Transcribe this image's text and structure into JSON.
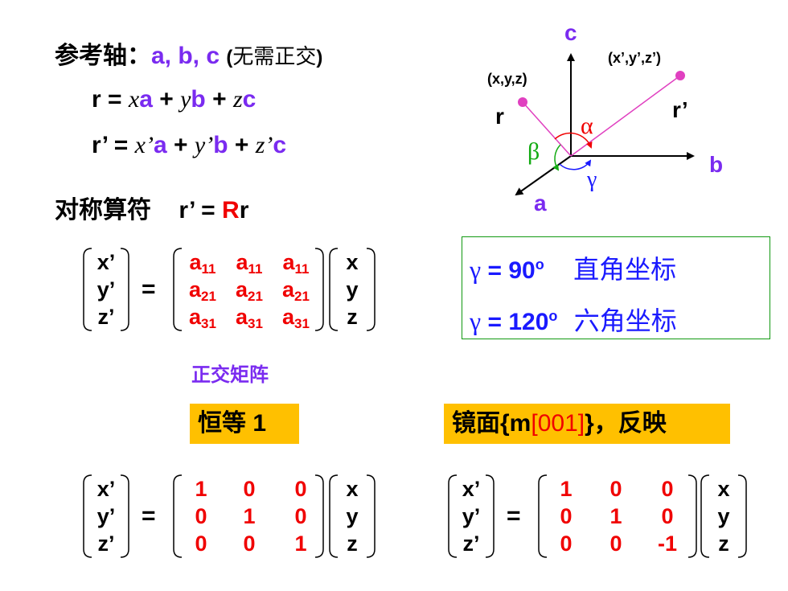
{
  "header": {
    "axes_label": "参考轴：",
    "axes_vars": "a, b, c",
    "axes_note_open": "(",
    "axes_note": "无需正交",
    "axes_note_close": ")"
  },
  "eq1": {
    "lhs": "r = ",
    "x": "x",
    "a": "a",
    "plus1": " + ",
    "y": "y",
    "b": "b",
    "plus2": " + ",
    "z": "z",
    "c": "c"
  },
  "eq2": {
    "lhs": "r’ = ",
    "x": "x’",
    "a": "a",
    "plus1": " + ",
    "y": "y’",
    "b": "b",
    "plus2": " + ",
    "z": "z’",
    "c": "c"
  },
  "symmetry": {
    "label": "对称算符",
    "lhs": "r’ = ",
    "R": "R",
    "r": "r"
  },
  "general_matrix": {
    "lhs": [
      "x’",
      "y’",
      "z’"
    ],
    "rows": [
      [
        "a",
        "11",
        "a",
        "11",
        "a",
        "11"
      ],
      [
        "a",
        "21",
        "a",
        "21",
        "a",
        "21"
      ],
      [
        "a",
        "31",
        "a",
        "31",
        "a",
        "31"
      ]
    ],
    "rhs": [
      "x",
      "y",
      "z"
    ],
    "caption": "正交矩阵"
  },
  "diagram": {
    "axis_c": "c",
    "axis_b": "b",
    "axis_a": "a",
    "point_left_label": "(x,y,z)",
    "point_right_label": "(x’,y’,z’)",
    "vec_r": "r",
    "vec_r_prime": "r’",
    "alpha": "α",
    "beta": "β",
    "gamma": "γ",
    "colors": {
      "pink": "#e040c0",
      "blue": "#1a1aff",
      "green": "#11aa11",
      "red": "#f00000"
    }
  },
  "coords": {
    "line1": {
      "symbol": "γ",
      "value": "= 90",
      "sup": "o",
      "name": "直角坐标"
    },
    "line2": {
      "symbol": "γ",
      "value": "= 120",
      "sup": "o",
      "name": "六角坐标"
    }
  },
  "identity": {
    "title_cn": "恒等",
    "title_num": "1",
    "lhs": [
      "x’",
      "y’",
      "z’"
    ],
    "rows": [
      [
        "1",
        "0",
        "0"
      ],
      [
        "0",
        "1",
        "0"
      ],
      [
        "0",
        "0",
        "1"
      ]
    ],
    "rhs": [
      "x",
      "y",
      "z"
    ]
  },
  "mirror": {
    "title_pre": "镜面{m",
    "title_idx": "[001]",
    "title_post": "}，反映",
    "lhs": [
      "x’",
      "y’",
      "z’"
    ],
    "rows": [
      [
        "1",
        "0",
        "0"
      ],
      [
        "0",
        "1",
        "0"
      ],
      [
        "0",
        "0",
        "-1"
      ]
    ],
    "rhs": [
      "x",
      "y",
      "z"
    ]
  },
  "eq_sign": "="
}
